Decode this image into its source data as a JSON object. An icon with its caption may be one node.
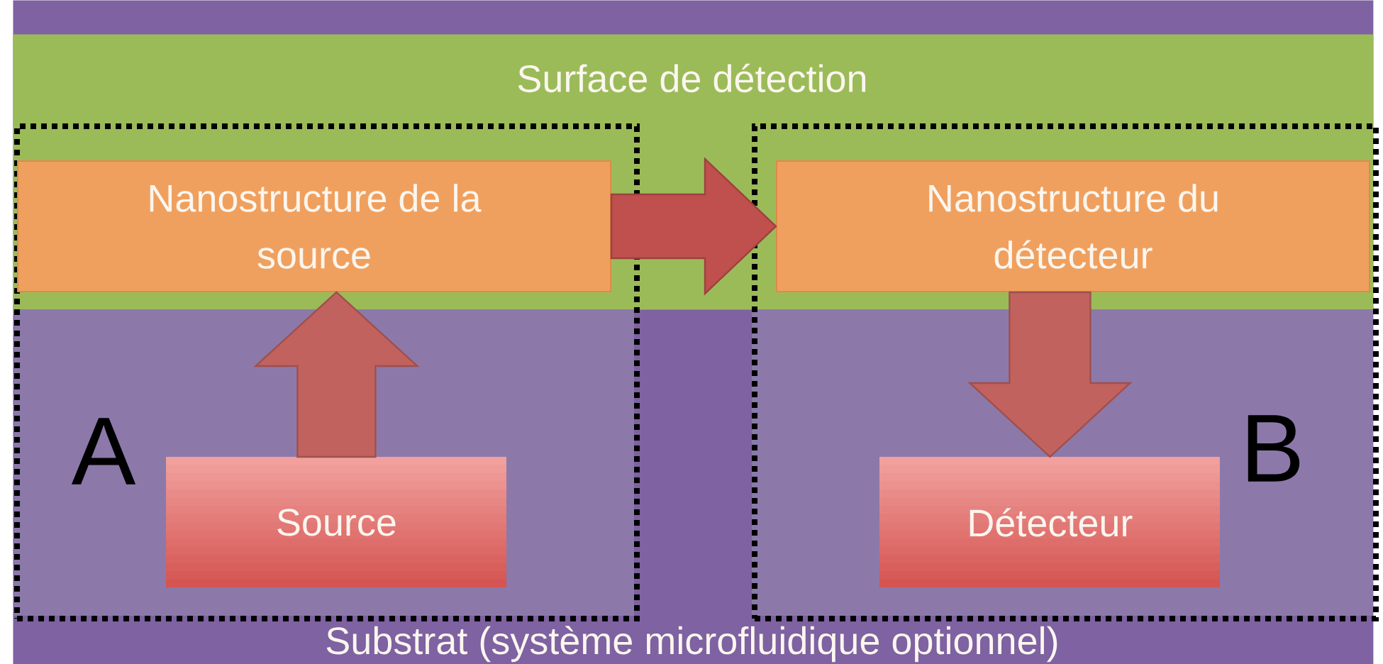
{
  "diagram": {
    "nodes": [
      {
        "text": [
          "Substrat (système microfluidique optionnel)"
        ]
      },
      {
        "text": [
          "Surface de détection"
        ],
        "in": 0
      },
      {
        "text": [
          "A"
        ],
        "in": 0
      },
      {
        "text": [
          "Nanostructure de la source"
        ]
      },
      {
        "text": [
          "Source"
        ],
        "in": 2
      },
      {
        "text": [
          "B"
        ],
        "in": 0
      },
      {
        "text": [
          "Nanostructure du détecteur"
        ]
      },
      {
        "text": [
          "Détecteur"
        ],
        "in": 5
      }
    ],
    "edges": [
      {
        "from": 4,
        "to": 3,
        "arrow": "to"
      },
      {
        "from": 3,
        "to": 6,
        "arrow": "to",
        "color": "#c0504d"
      },
      {
        "from": 6,
        "to": 7,
        "arrow": "to"
      }
    ]
  }
}
